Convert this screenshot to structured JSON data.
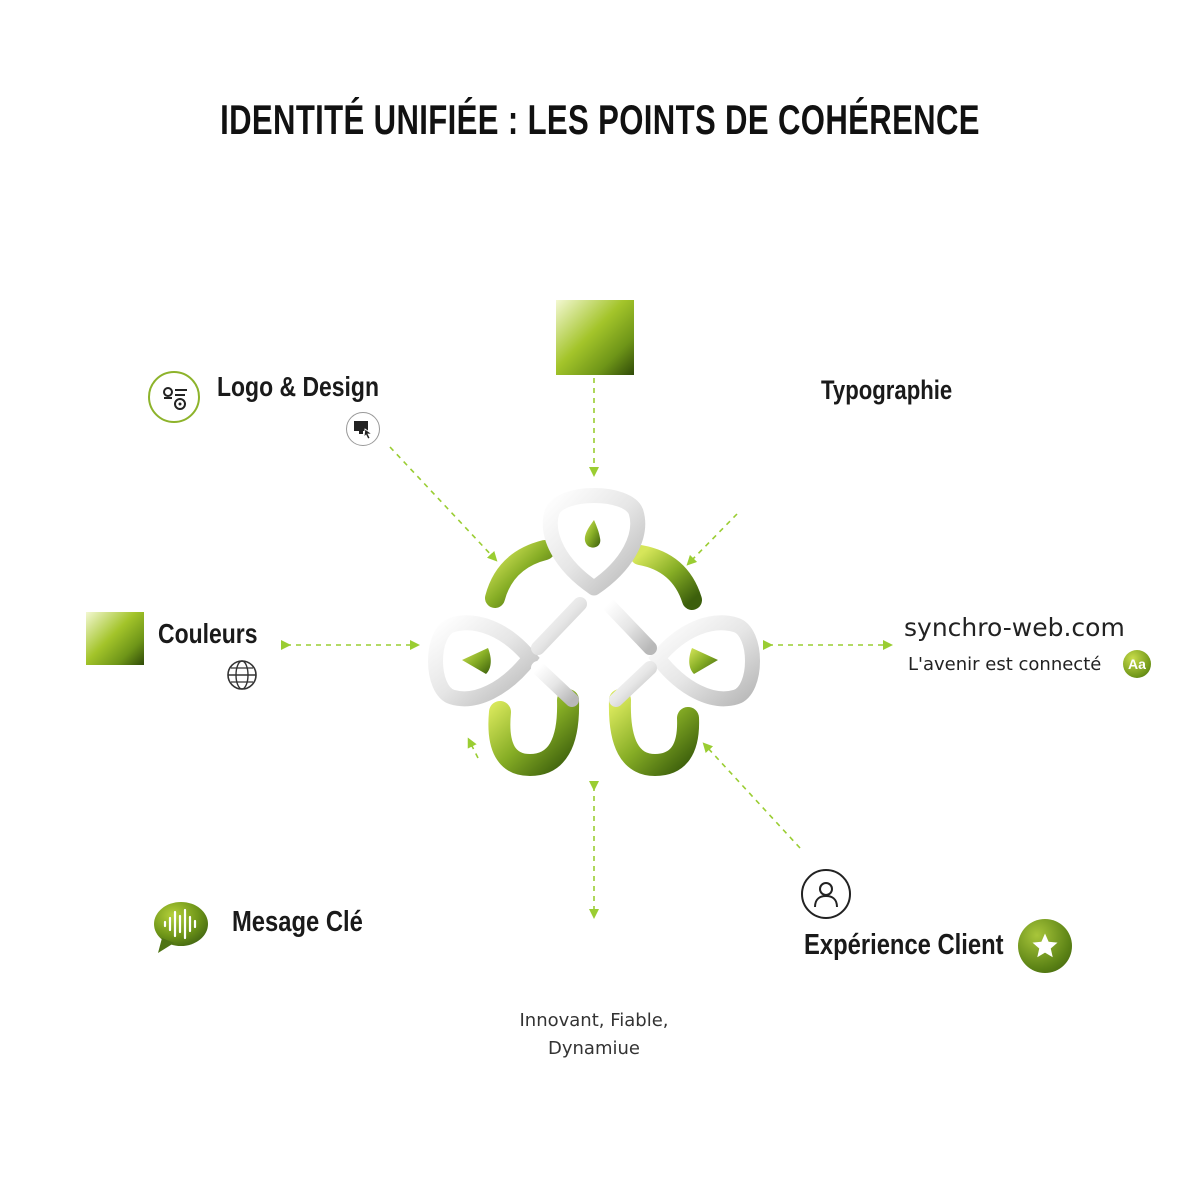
{
  "title": "IDENTITÉ UNIFIÉE : LES POINTS DE COHÉRENCE",
  "nodes": {
    "logo_design": {
      "label": "Logo & Design"
    },
    "typographie": {
      "label": "Typographie"
    },
    "couleurs": {
      "label": "Couleurs"
    },
    "website": {
      "label": "synchro-web.com",
      "tagline": "L'avenir est connecté",
      "badge": "Aa"
    },
    "message": {
      "label": "Mesage Clé",
      "values_line1": "Innovant, Fiable,",
      "values_line2": "Dynamiue"
    },
    "experience": {
      "label": "Expérience Client"
    }
  },
  "icons": [
    "design-tools-icon",
    "monitor-cursor-icon",
    "globe-icon",
    "speech-bubble-sound-icon",
    "user-icon",
    "star-icon",
    "text-aa-icon"
  ],
  "colors": {
    "accent_light": "#c8dc4a",
    "accent": "#8db32b",
    "accent_dark": "#3f6212",
    "arrow": "#9acd32"
  }
}
